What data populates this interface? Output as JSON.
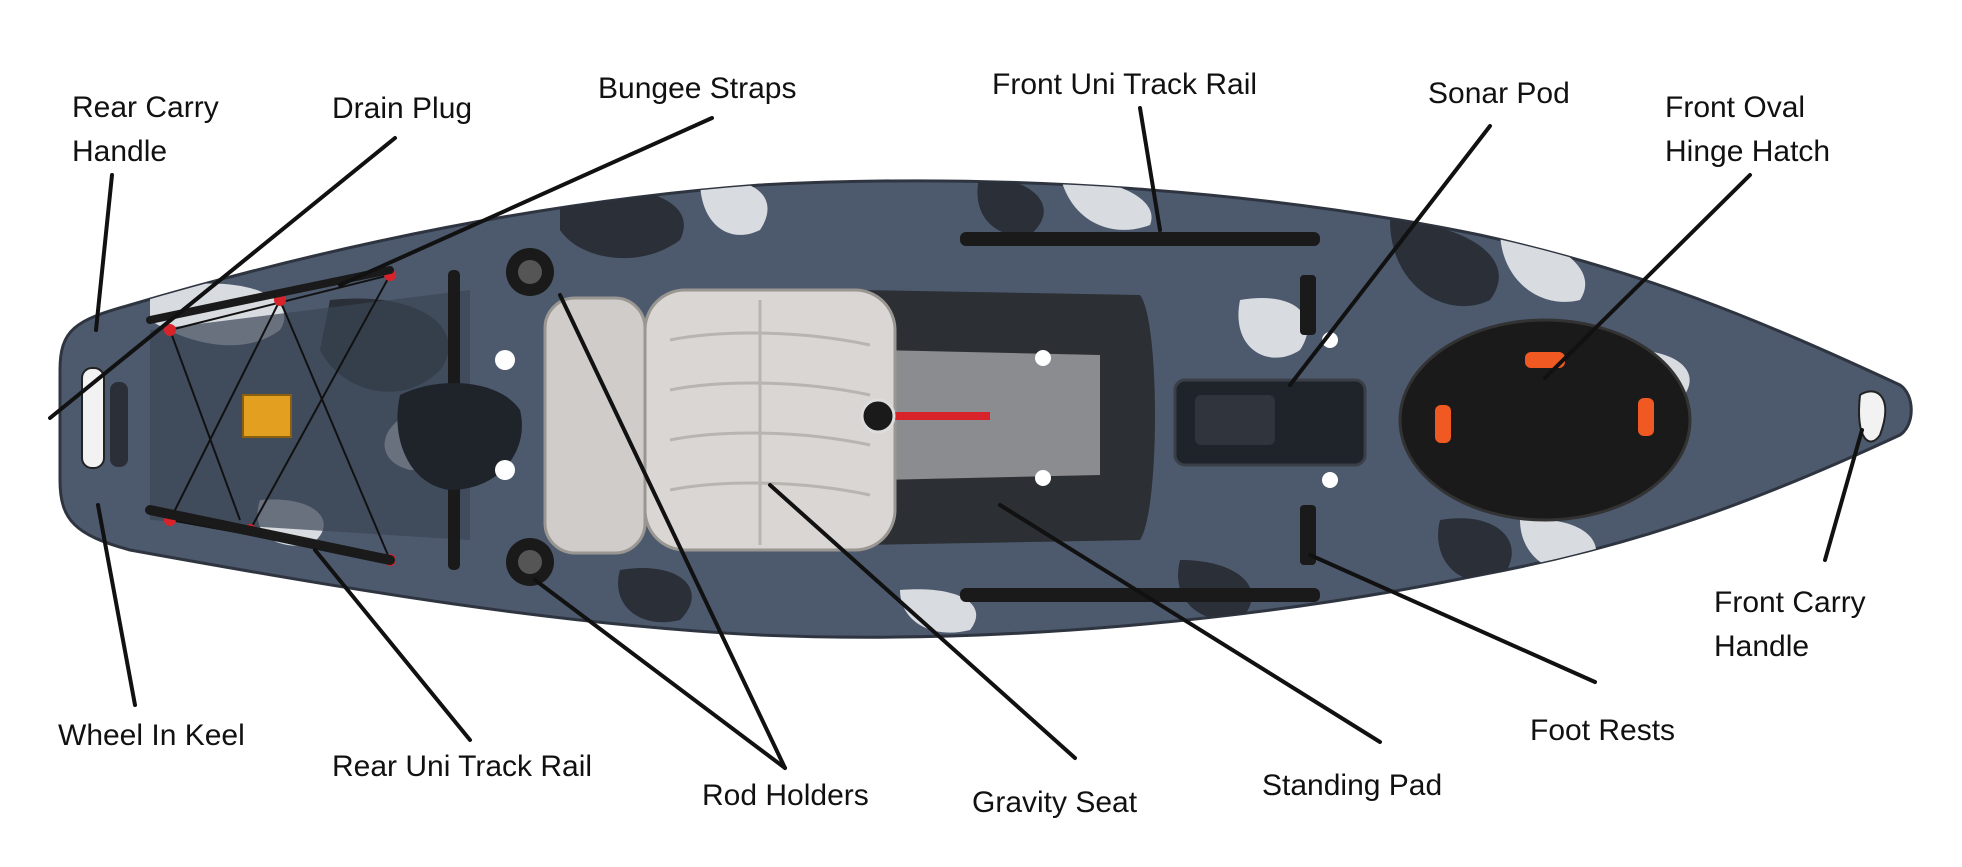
{
  "labels": {
    "rear_carry_handle": [
      "Rear Carry",
      "Handle"
    ],
    "drain_plug": "Drain Plug",
    "bungee_straps": "Bungee Straps",
    "front_uni_track_rail": "Front Uni Track Rail",
    "sonar_pod": "Sonar Pod",
    "front_oval_hinge_hatch": [
      "Front Oval",
      "Hinge Hatch"
    ],
    "front_carry_handle": [
      "Front Carry",
      "Handle"
    ],
    "wheel_in_keel": "Wheel In Keel",
    "rear_uni_track_rail": "Rear Uni Track Rail",
    "rod_holders": "Rod Holders",
    "gravity_seat": "Gravity Seat",
    "standing_pad": "Standing Pad",
    "foot_rests": "Foot Rests"
  },
  "colors": {
    "hull_base": "#4d5a6e",
    "hull_dark": "#2a2f38",
    "camo_light": "#d8dbe0",
    "seat": "#d9d6d3",
    "accent_red": "#d8232a",
    "hatch_orange": "#f05a22",
    "leader_line": "#111111"
  },
  "icons": {
    "kayak": "kayak-top-view"
  }
}
